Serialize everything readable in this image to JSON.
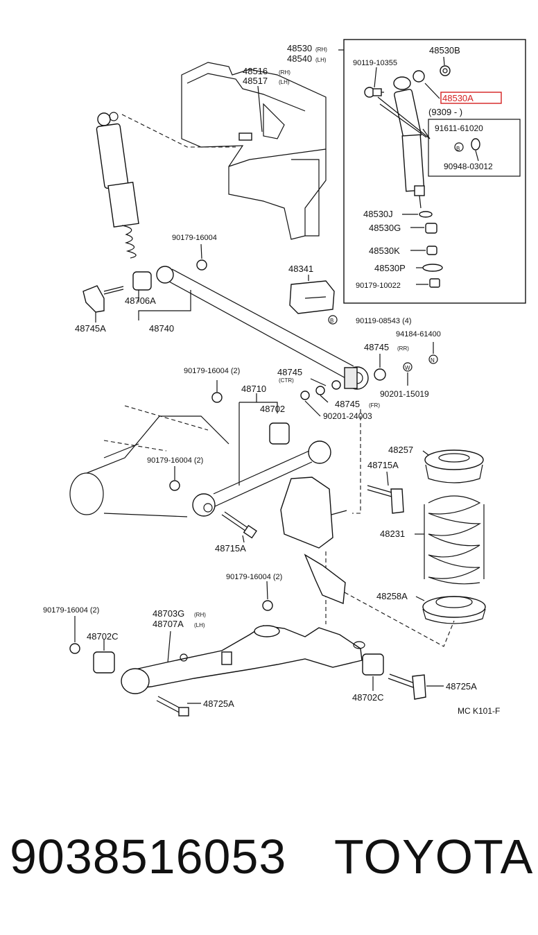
{
  "diagram": {
    "labels": {
      "l48530": "48530",
      "l48530_rh": "(RH)",
      "l48540": "48540",
      "l48540_lh": "(LH)",
      "l48530B": "48530B",
      "l90119_10355": "90119-10355",
      "l48530A_highlight": "48530A",
      "l9309": "(9309 -        )",
      "l91611": "91611-61020",
      "l90948": "90948-03012",
      "lB1": "B",
      "l48516": "48516",
      "l48516_rh": "(RH)",
      "l48517": "48517",
      "l48517_lh": "(LH)",
      "l48530J": "48530J",
      "l48530G": "48530G",
      "l48530K": "48530K",
      "l48530P": "48530P",
      "l90179_10022": "90179-10022",
      "l90179_16004_a": "90179-16004",
      "l48341": "48341",
      "l48706A": "48706A",
      "l48745A": "48745A",
      "l48740": "48740",
      "lB2": "B",
      "l90119_08543": "90119-08543 (4)",
      "l94184": "94184-61400",
      "lN": "N",
      "l48745rr": "48745",
      "l48745rr_sub": "(RR)",
      "lW": "W",
      "l90201_15019": "90201-15019",
      "l90179_16004_b": "90179-16004  (2)",
      "l48745ctr": "48745",
      "l48745ctr_sub": "(CTR)",
      "l48710": "48710",
      "l48745fr": "48745",
      "l48745fr_sub": "(FR)",
      "l48702": "48702",
      "l90201_24003": "90201-24003",
      "l48257": "48257",
      "l90179_16004_c": "90179-16004  (2)",
      "l48715A_a": "48715A",
      "l48231": "48231",
      "l48715A_b": "48715A",
      "l90179_16004_d": "90179-16004  (2)",
      "l48258A": "48258A",
      "l90179_16004_e": "90179-16004  (2)",
      "l48703G": "48703G",
      "l48703G_rh": "(RH)",
      "l48707A": "48707A",
      "l48707A_lh": "(LH)",
      "l48702C_a": "48702C",
      "l48725A_a": "48725A",
      "l48702C_b": "48702C",
      "l48725A_b": "48725A",
      "lMC": "MC  K101-F"
    },
    "highlight_color": "#d42020"
  },
  "footer": {
    "part_number": "9038516053",
    "brand": "TOYOTA"
  }
}
